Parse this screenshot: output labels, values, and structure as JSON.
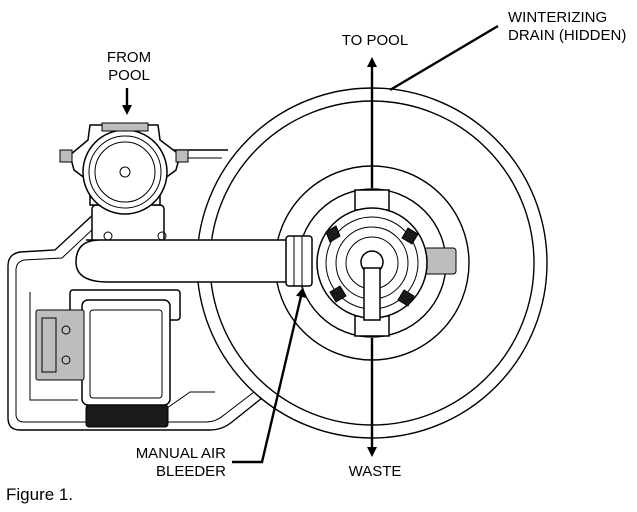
{
  "figure": {
    "caption": "Figure 1."
  },
  "labels": {
    "from_pool_line1": "FROM",
    "from_pool_line2": "POOL",
    "to_pool": "TO POOL",
    "winterizing_line1": "WINTERIZING",
    "winterizing_line2": "DRAIN (HIDDEN)",
    "manual_air_line1": "MANUAL AIR",
    "manual_air_line2": "BLEEDER",
    "waste": "WASTE"
  }
}
